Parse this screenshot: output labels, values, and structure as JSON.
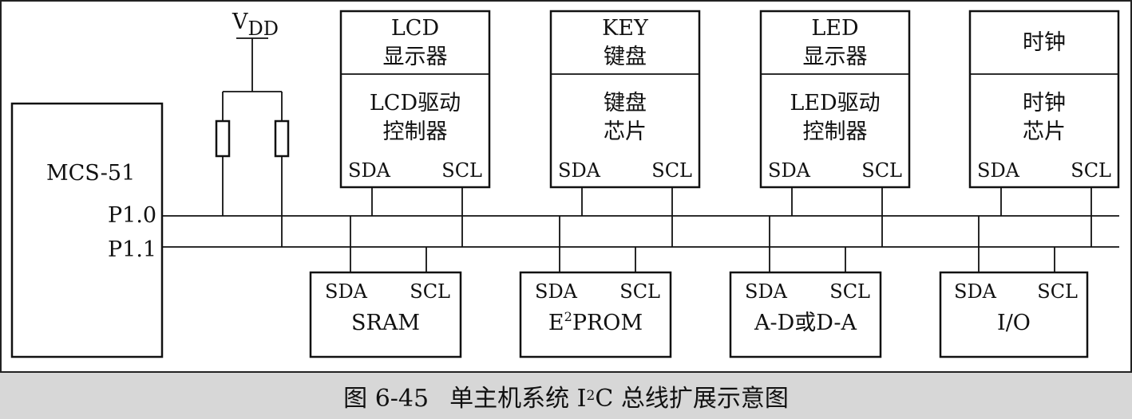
{
  "master": {
    "label": "MCS-51",
    "pin_sda": "P1.0",
    "pin_scl": "P1.1"
  },
  "vdd": {
    "main": "V",
    "sub": "DD"
  },
  "top_devices": [
    {
      "head": [
        "LCD",
        "显示器"
      ],
      "body": [
        "LCD驱动",
        "控制器"
      ],
      "sda": "SDA",
      "scl": "SCL"
    },
    {
      "head": [
        "KEY",
        "键盘"
      ],
      "body": [
        "键盘",
        "芯片"
      ],
      "sda": "SDA",
      "scl": "SCL"
    },
    {
      "head": [
        "LED",
        "显示器"
      ],
      "body": [
        "LED驱动",
        "控制器"
      ],
      "sda": "SDA",
      "scl": "SCL"
    },
    {
      "head": [
        "时钟"
      ],
      "body": [
        "时钟",
        "芯片"
      ],
      "sda": "SDA",
      "scl": "SCL"
    }
  ],
  "bottom_devices": [
    {
      "sda": "SDA",
      "scl": "SCL",
      "name": "SRAM"
    },
    {
      "sda": "SDA",
      "scl": "SCL",
      "name_pre": "E",
      "name_sup": "2",
      "name_post": "PROM"
    },
    {
      "sda": "SDA",
      "scl": "SCL",
      "name": "A-D或D-A"
    },
    {
      "sda": "SDA",
      "scl": "SCL",
      "name": "I/O"
    }
  ],
  "caption": {
    "figure": "图 6-45",
    "pre": "单主机系统 I",
    "sup": "2",
    "post": "C 总线扩展示意图"
  }
}
